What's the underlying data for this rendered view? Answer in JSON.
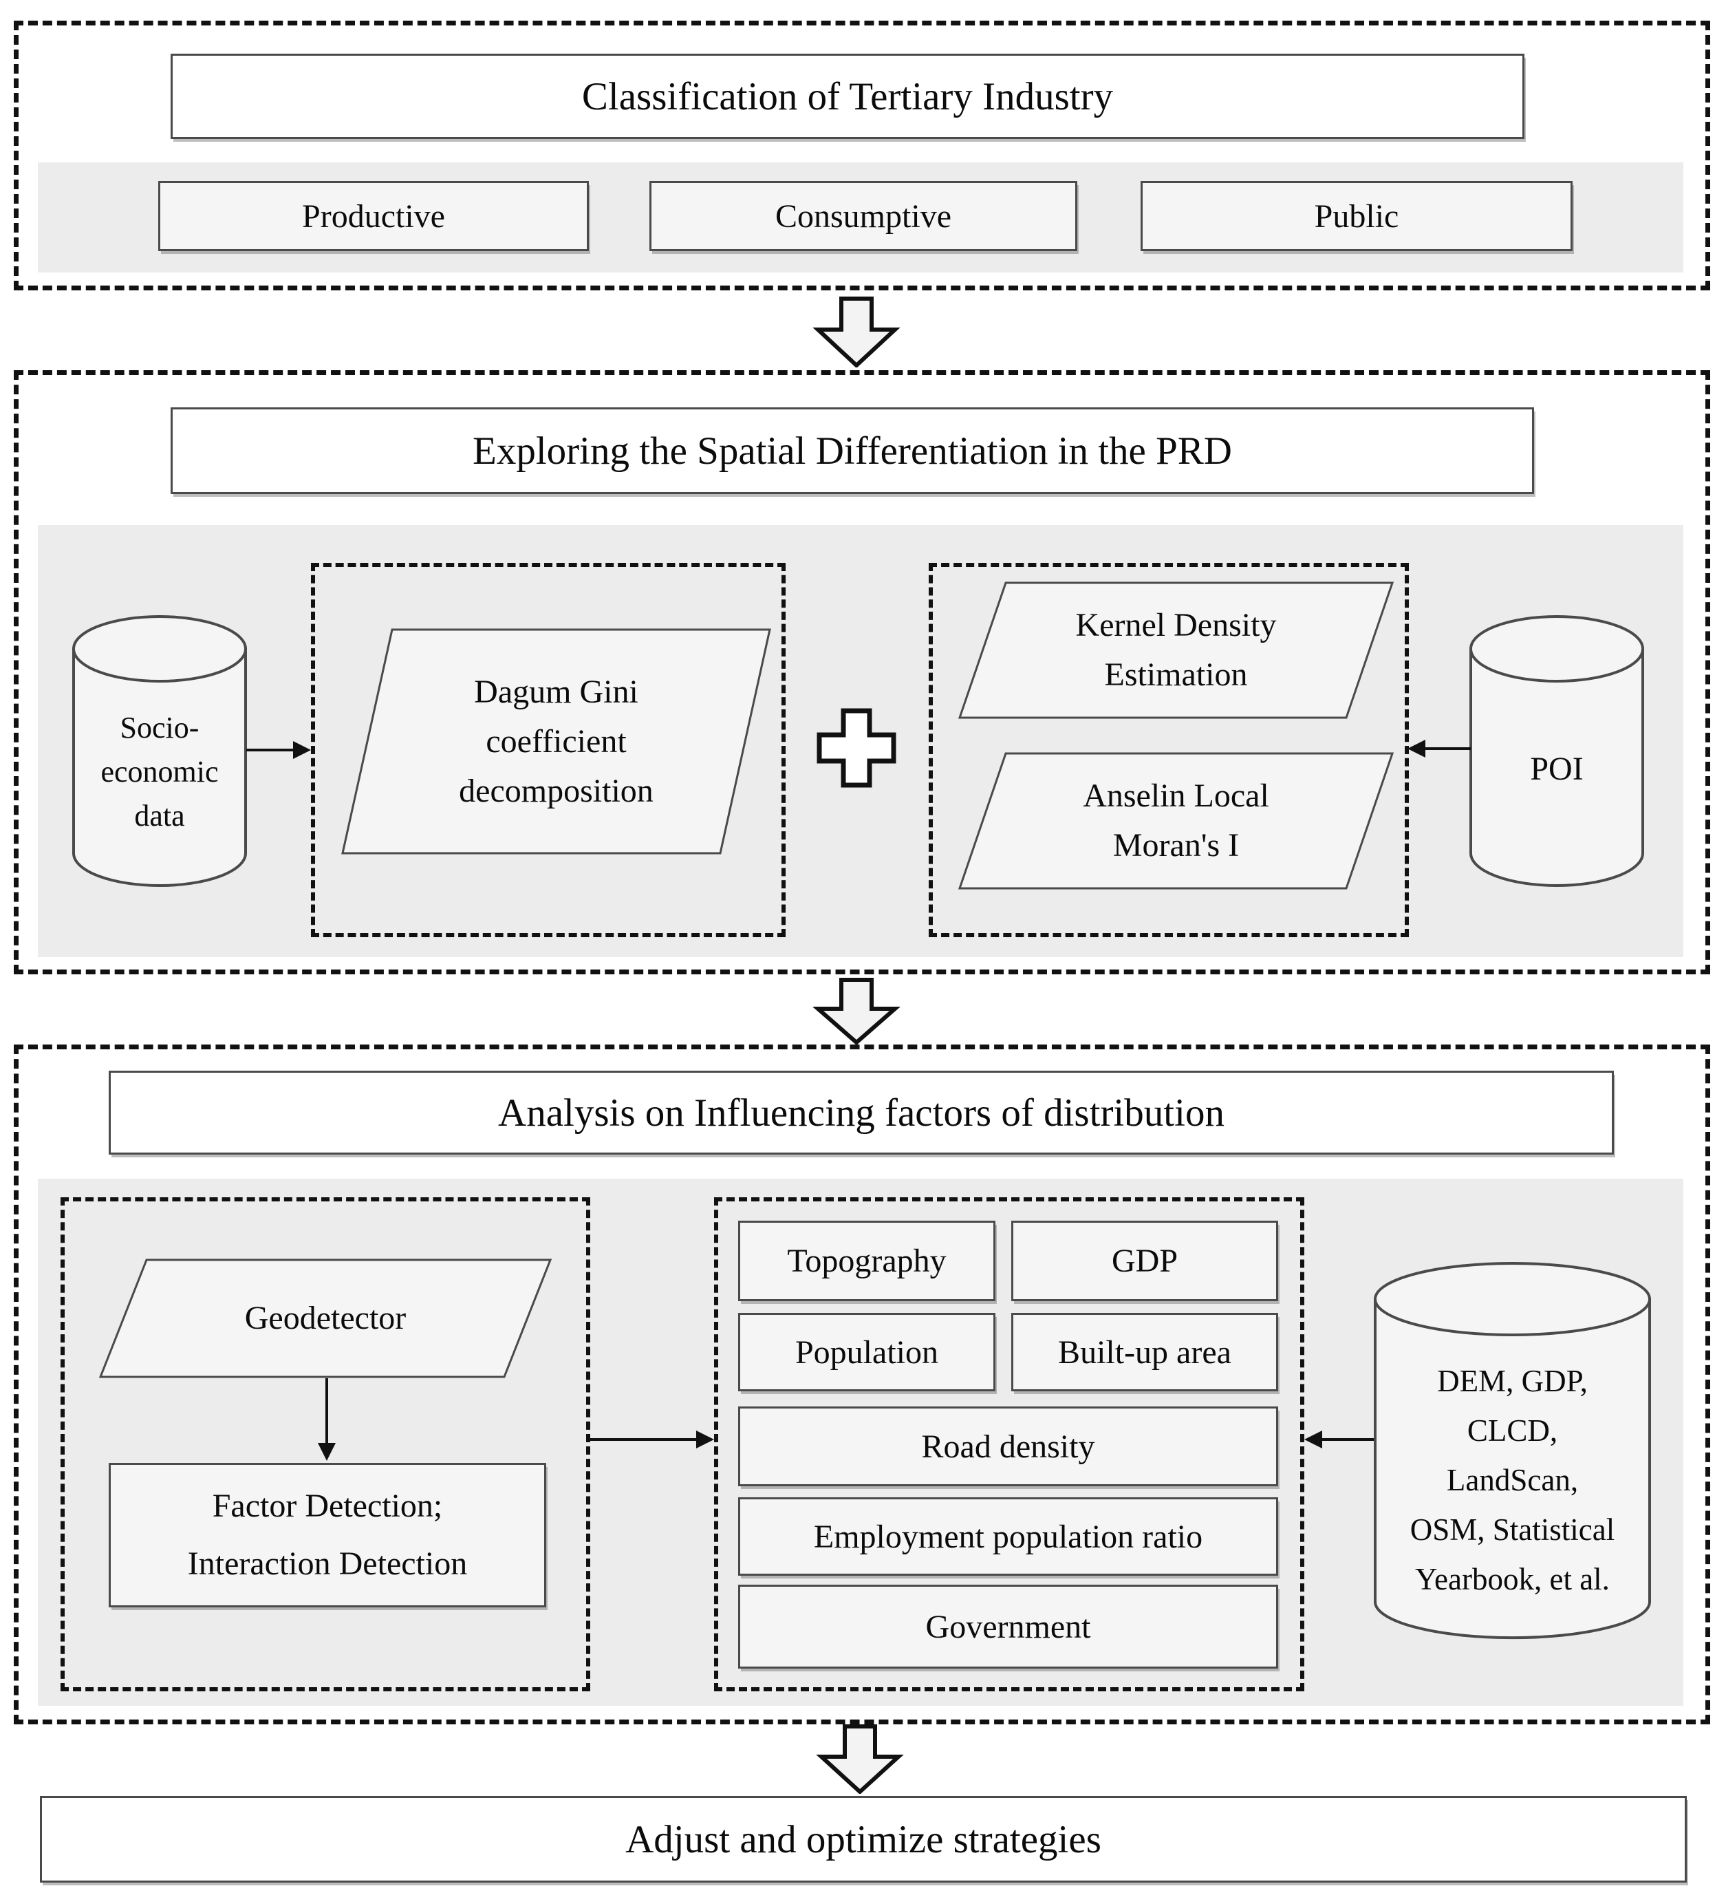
{
  "diagram": {
    "s1": {
      "title": "Classification of Tertiary Industry",
      "categories": [
        "Productive",
        "Consumptive",
        "Public"
      ]
    },
    "s2": {
      "title": "Exploring the Spatial Differentiation in the PRD",
      "source_left": {
        "lines": [
          "Socio-",
          "economic",
          "data"
        ]
      },
      "method_gini": {
        "lines": [
          "Dagum Gini",
          "coefficient",
          "decomposition"
        ]
      },
      "method_kde": {
        "lines": [
          "Kernel Density",
          "Estimation"
        ]
      },
      "method_moran": {
        "lines": [
          "Anselin Local",
          "Moran's I"
        ]
      },
      "source_right": "POI"
    },
    "s3": {
      "title": "Analysis on Influencing factors of distribution",
      "method": "Geodetector",
      "detection": {
        "lines": [
          "Factor Detection;",
          "Interaction Detection"
        ]
      },
      "factors_small": [
        "Topography",
        "GDP",
        "Population",
        "Built-up area"
      ],
      "factors_wide": [
        "Road density",
        "Employment population ratio",
        "Government"
      ],
      "source": {
        "lines": [
          "DEM, GDP,",
          "CLCD,",
          "LandScan,",
          "OSM, Statistical",
          "Yearbook, et al."
        ]
      }
    },
    "s4": {
      "title": "Adjust and optimize strategies"
    }
  },
  "colors": {
    "dash_line": "#111111",
    "box_border": "#4a4a4a",
    "band_fill": "#ececec",
    "shape_fill": "#f5f5f5",
    "white": "#ffffff"
  }
}
